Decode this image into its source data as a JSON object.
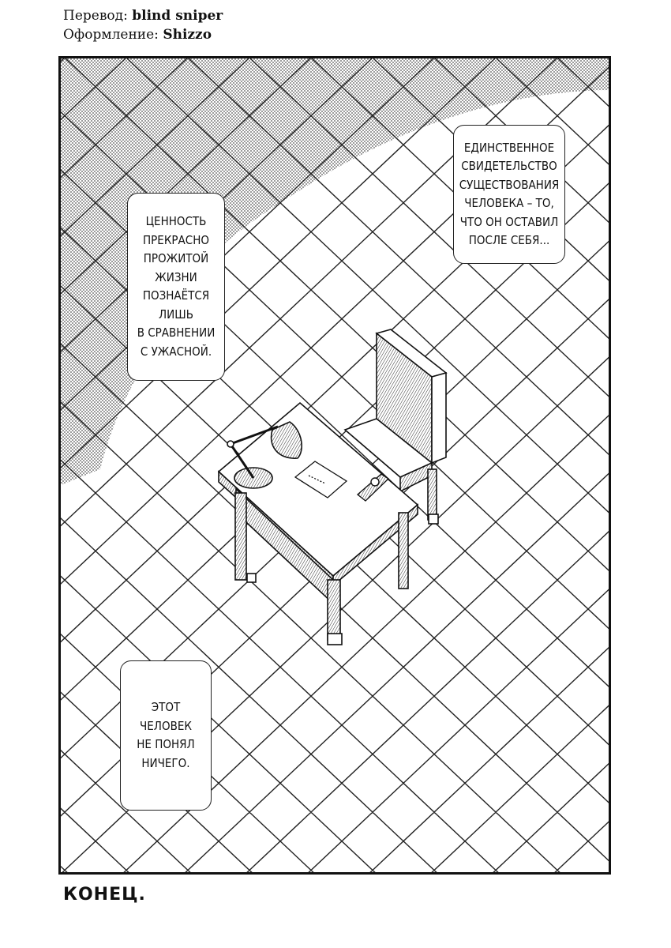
{
  "credits": {
    "translation_label": "Перевод:",
    "translation_value": "blind sniper",
    "design_label": "Оформление:",
    "design_value": "Shizzo"
  },
  "bubbles": {
    "left": [
      "ЦЕННОСТЬ",
      "ПРЕКРАСНО",
      "ПРОЖИТОЙ",
      "ЖИЗНИ",
      "ПОЗНАЁТСЯ",
      "ЛИШЬ",
      "В СРАВНЕНИИ",
      "С УЖАСНОЙ."
    ],
    "right": [
      "ЕДИНСТВЕННОЕ",
      "СВИДЕТЕЛЬСТВО",
      "СУЩЕСТВОВАНИЯ",
      "ЧЕЛОВЕКА – ТО,",
      "ЧТО ОН ОСТАВИЛ",
      "ПОСЛЕ СЕБЯ..."
    ],
    "bottom": [
      "ЭТОТ",
      "ЧЕЛОВЕК",
      "НЕ ПОНЯЛ",
      "НИЧЕГО."
    ]
  },
  "footer": {
    "end_text": "КОНЕЦ."
  }
}
